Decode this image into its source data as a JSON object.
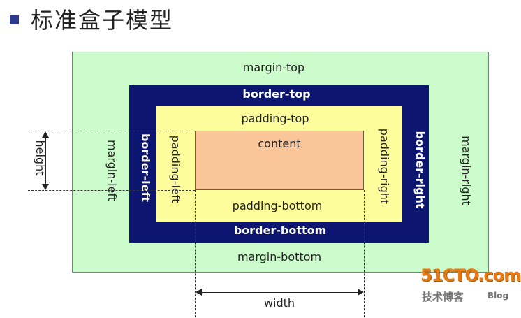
{
  "title": "标准盒子模型",
  "labels": {
    "margin_top": "margin-top",
    "margin_bottom": "margin-bottom",
    "margin_left": "margin-left",
    "margin_right": "margin-right",
    "border_top": "border-top",
    "border_bottom": "border-bottom",
    "border_left": "border-left",
    "border_right": "border-right",
    "padding_top": "padding-top",
    "padding_bottom": "padding-bottom",
    "padding_left": "padding-left",
    "padding_right": "padding-right",
    "content": "content",
    "height": "height",
    "width": "width"
  },
  "watermark": {
    "main": "51CTO.com",
    "sub": "技术博客",
    "blog": "Blog"
  },
  "colors": {
    "margin": "#ccfccc",
    "border": "#0c1670",
    "padding": "#fdfd9c",
    "content": "#f9c599",
    "bullet": "#2d3a8c",
    "watermark": "#e87a14"
  }
}
